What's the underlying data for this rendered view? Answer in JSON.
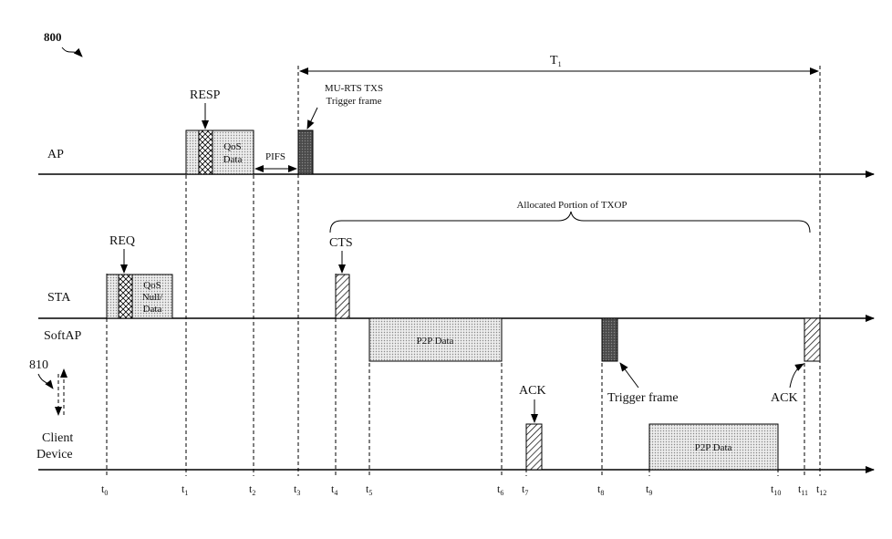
{
  "figure_number": "800",
  "mechanism_ref": "810",
  "rows": {
    "ap": "AP",
    "sta": "STA",
    "softap": "SoftAP",
    "client_line1": "Client",
    "client_line2": "Device"
  },
  "labels": {
    "resp": "RESP",
    "req": "REQ",
    "qos_data_1": "QoS",
    "qos_data_2": "Data",
    "qos_null_1": "QoS",
    "qos_null_2": "Null/",
    "qos_null_3": "Data",
    "pifs": "PIFS",
    "mu_rts_1": "MU-RTS TXS",
    "mu_rts_2": "Trigger frame",
    "t_span": "T",
    "t_span_sub": "1",
    "allocated": "Allocated Portion of TXOP",
    "cts": "CTS",
    "p2p_data_softap": "P2P Data",
    "p2p_data_client": "P2P Data",
    "ack_client": "ACK",
    "ack_softap": "ACK",
    "trigger_frame": "Trigger frame"
  },
  "ticks": [
    {
      "base": "t",
      "sub": "0"
    },
    {
      "base": "t",
      "sub": "1"
    },
    {
      "base": "t",
      "sub": "2"
    },
    {
      "base": "t",
      "sub": "3"
    },
    {
      "base": "t",
      "sub": "4"
    },
    {
      "base": "t",
      "sub": "5"
    },
    {
      "base": "t",
      "sub": "6"
    },
    {
      "base": "t",
      "sub": "7"
    },
    {
      "base": "t",
      "sub": "8"
    },
    {
      "base": "t",
      "sub": "9"
    },
    {
      "base": "t",
      "sub": "10"
    },
    {
      "base": "t",
      "sub": "11"
    },
    {
      "base": "t",
      "sub": "12"
    }
  ],
  "colors": {
    "dotted_fill": "#d9d9d9",
    "dark_fill": "#555555",
    "line": "#000000"
  }
}
